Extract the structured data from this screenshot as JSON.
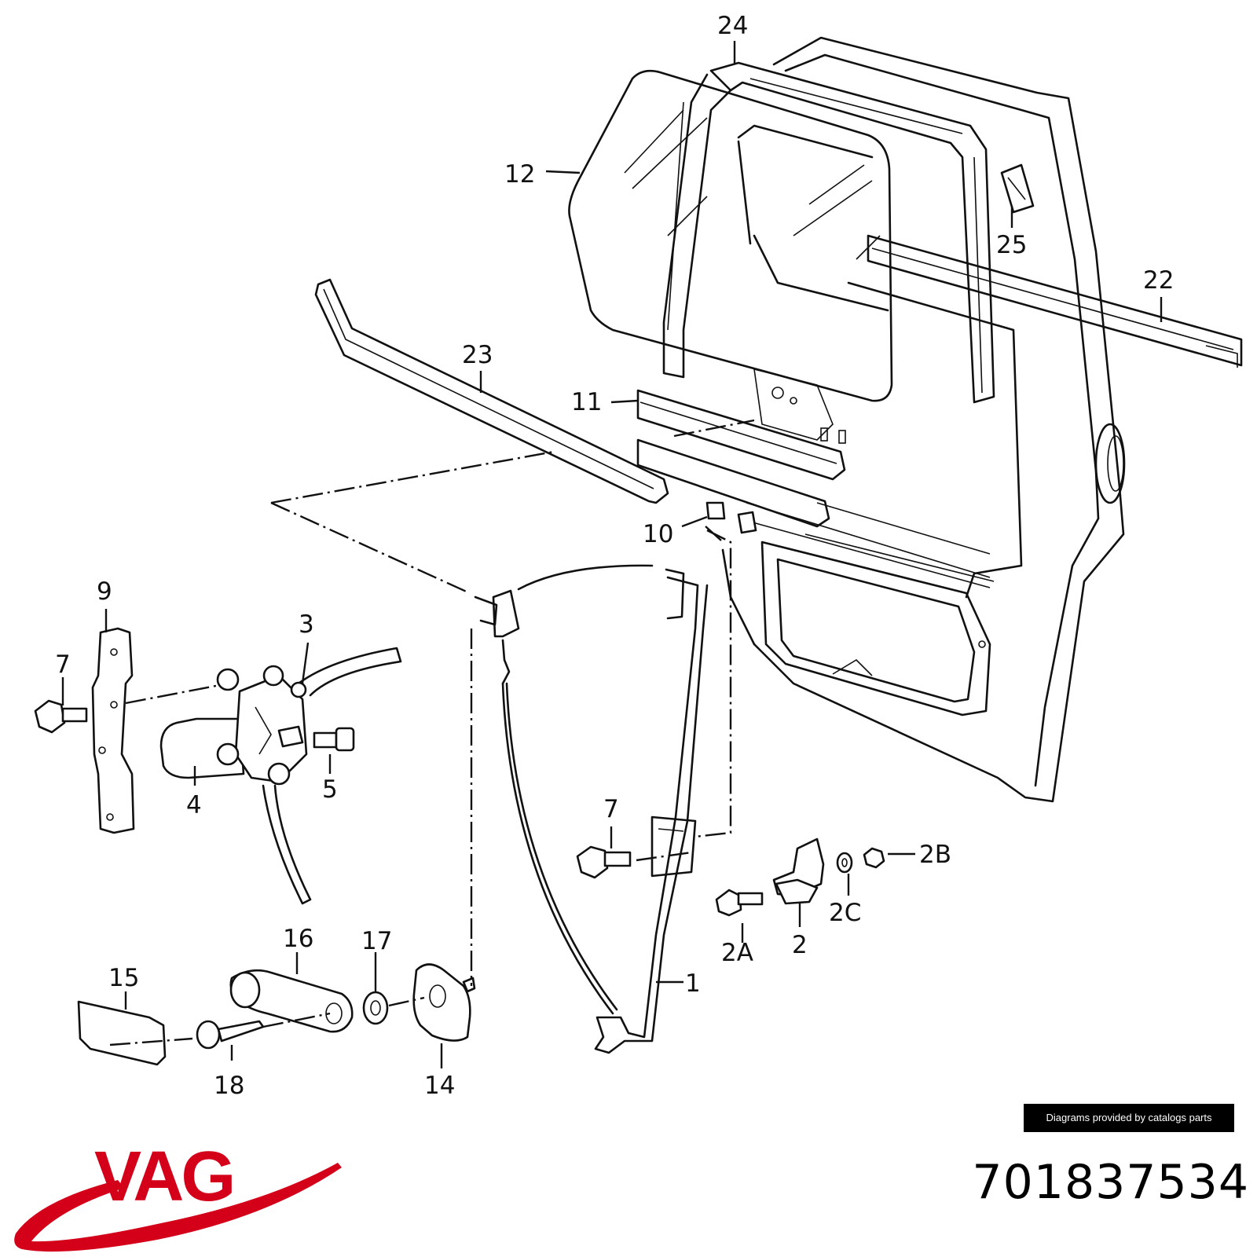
{
  "callouts": {
    "c1": "1",
    "c2": "2",
    "c2a": "2A",
    "c2b": "2B",
    "c2c": "2C",
    "c3": "3",
    "c4": "4",
    "c5": "5",
    "c7a": "7",
    "c7b": "7",
    "c9": "9",
    "c10": "10",
    "c11": "11",
    "c12": "12",
    "c14": "14",
    "c15": "15",
    "c16": "16",
    "c17": "17",
    "c18": "18",
    "c22": "22",
    "c23": "23",
    "c24": "24",
    "c25": "25"
  },
  "credit": "Diagrams provided by catalogs parts",
  "part_number": "701837534",
  "brand": {
    "text": "VAG",
    "color": "#d4001a"
  }
}
